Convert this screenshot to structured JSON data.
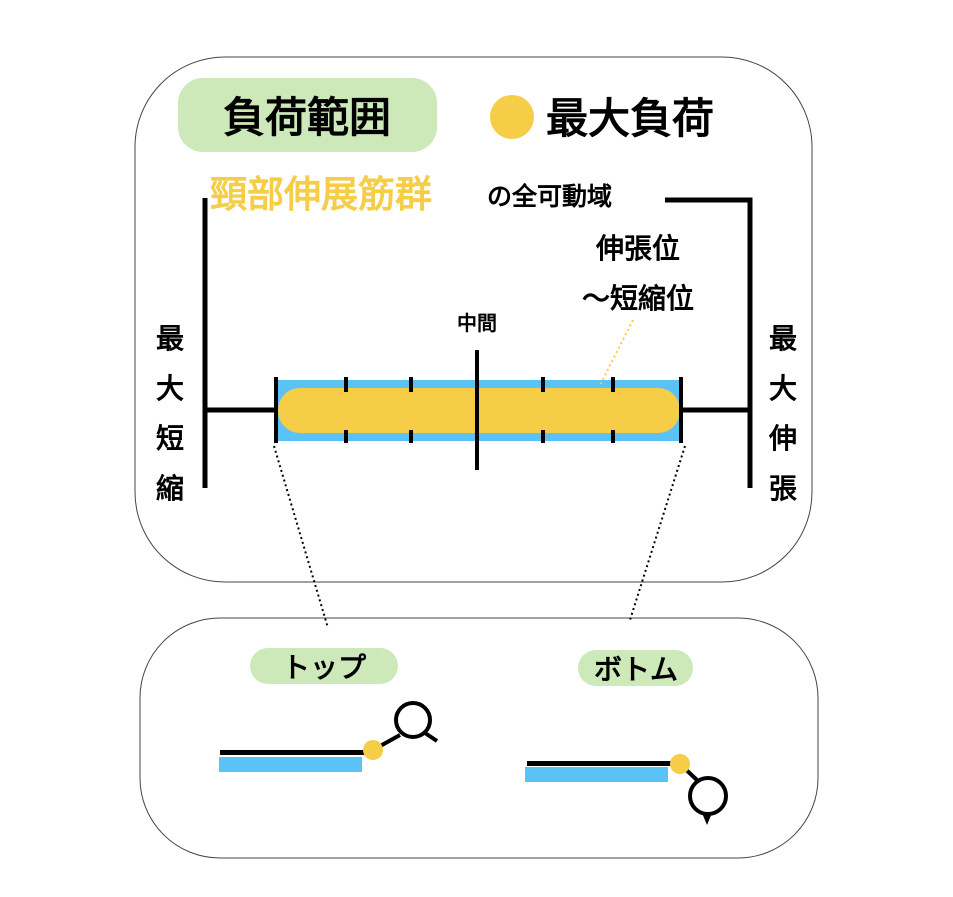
{
  "header": {
    "range_label": "負荷範囲",
    "max_load_label": "最大負荷"
  },
  "title": {
    "muscle": "頸部伸展筋群",
    "suffix": "の全可動域"
  },
  "scale": {
    "middle_label": "中間",
    "range_note_line1": "伸張位",
    "range_note_line2": "～短縮位",
    "left_end": [
      "最",
      "大",
      "短",
      "縮"
    ],
    "right_end": [
      "最",
      "大",
      "伸",
      "張"
    ]
  },
  "positions": {
    "top_label": "トップ",
    "bottom_label": "ボトム"
  },
  "colors": {
    "green": "#cde8b9",
    "yellow": "#f5cd47",
    "blue": "#5bc2f5"
  }
}
